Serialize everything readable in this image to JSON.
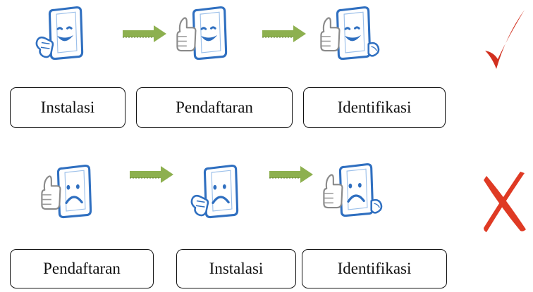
{
  "rows": [
    {
      "result": "correct",
      "steps": [
        {
          "label": "Instalasi",
          "mood": "happy"
        },
        {
          "label": "Pendaftaran",
          "mood": "happy"
        },
        {
          "label": "Identifikasi",
          "mood": "happy"
        }
      ]
    },
    {
      "result": "incorrect",
      "steps": [
        {
          "label": "Pendaftaran",
          "mood": "sad"
        },
        {
          "label": "Instalasi",
          "mood": "sad"
        },
        {
          "label": "Identifikasi",
          "mood": "sad"
        }
      ]
    }
  ],
  "colors": {
    "phone_outline": "#2f6fc0",
    "arrow_green": "#8db04f",
    "check_red": "#d2301f",
    "cross_red": "#df3a24",
    "box_border": "#111111"
  },
  "icons": [
    "phone-happy-icon",
    "phone-sad-icon",
    "thumbs-up-icon",
    "arrow-right-icon",
    "checkmark-icon",
    "cross-icon"
  ]
}
